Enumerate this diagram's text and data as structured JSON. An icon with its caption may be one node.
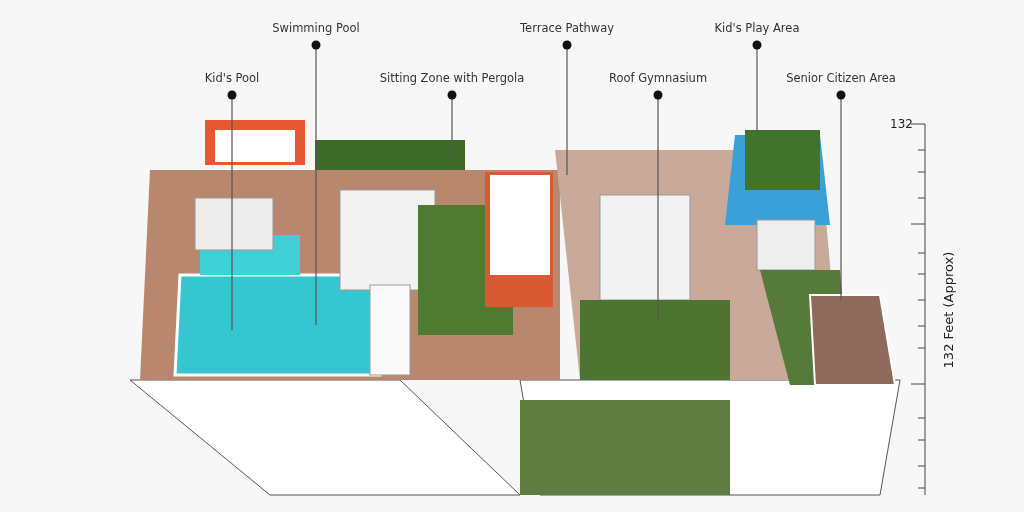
{
  "diagram": {
    "nodes": [
      {
        "text": [
          "Kid's Pool"
        ]
      },
      {
        "text": [
          "Swimming Pool"
        ]
      },
      {
        "text": [
          "Sitting Zone with Pergola"
        ]
      },
      {
        "text": [
          "Terrace Pathway"
        ]
      },
      {
        "text": [
          "Roof Gymnasium"
        ]
      },
      {
        "text": [
          "Kid's Play Area"
        ]
      },
      {
        "text": [
          "Senior Citizen Area"
        ]
      }
    ],
    "edges": [
      {
        "from": 0,
        "to": null,
        "arrow": "other"
      },
      {
        "from": 1,
        "to": null,
        "arrow": "other"
      },
      {
        "from": 2,
        "to": null,
        "arrow": "other"
      },
      {
        "from": 3,
        "to": null,
        "arrow": "other"
      },
      {
        "from": 4,
        "to": null,
        "arrow": "other"
      },
      {
        "from": 5,
        "to": null,
        "arrow": "other"
      },
      {
        "from": 6,
        "to": null,
        "arrow": "other"
      }
    ],
    "labels": [
      "132",
      "132 Feet (Approx)"
    ]
  }
}
